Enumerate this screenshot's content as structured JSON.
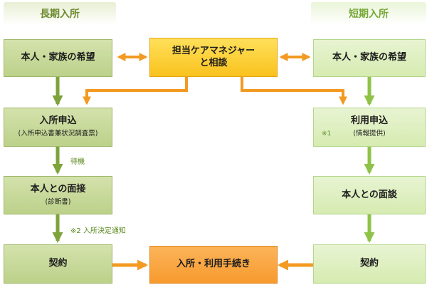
{
  "headers": {
    "long_term": "長期入所",
    "short_term": "短期入所"
  },
  "left": {
    "wish": "本人・家族の希望",
    "apply_title": "入所申込",
    "apply_sub": "(入所申込書兼状況調査票)",
    "interview_title": "本人との面接",
    "interview_sub": "(診断書)",
    "contract": "契約"
  },
  "center": {
    "consult_line1": "担当ケアマネジャー",
    "consult_line2": "と相談",
    "procedure": "入所・利用手続き"
  },
  "right": {
    "wish": "本人・家族の希望",
    "apply_title": "利用申込",
    "apply_sub": "(情報提供)",
    "apply_note": "※1",
    "interview": "本人との面談",
    "contract": "契約"
  },
  "notes": {
    "waiting": "待機",
    "decision": "※2 入所決定通知"
  },
  "colors": {
    "arrow_green_left": "#7da33a",
    "arrow_green_right": "#8fc348",
    "arrow_orange": "#f39a22"
  }
}
